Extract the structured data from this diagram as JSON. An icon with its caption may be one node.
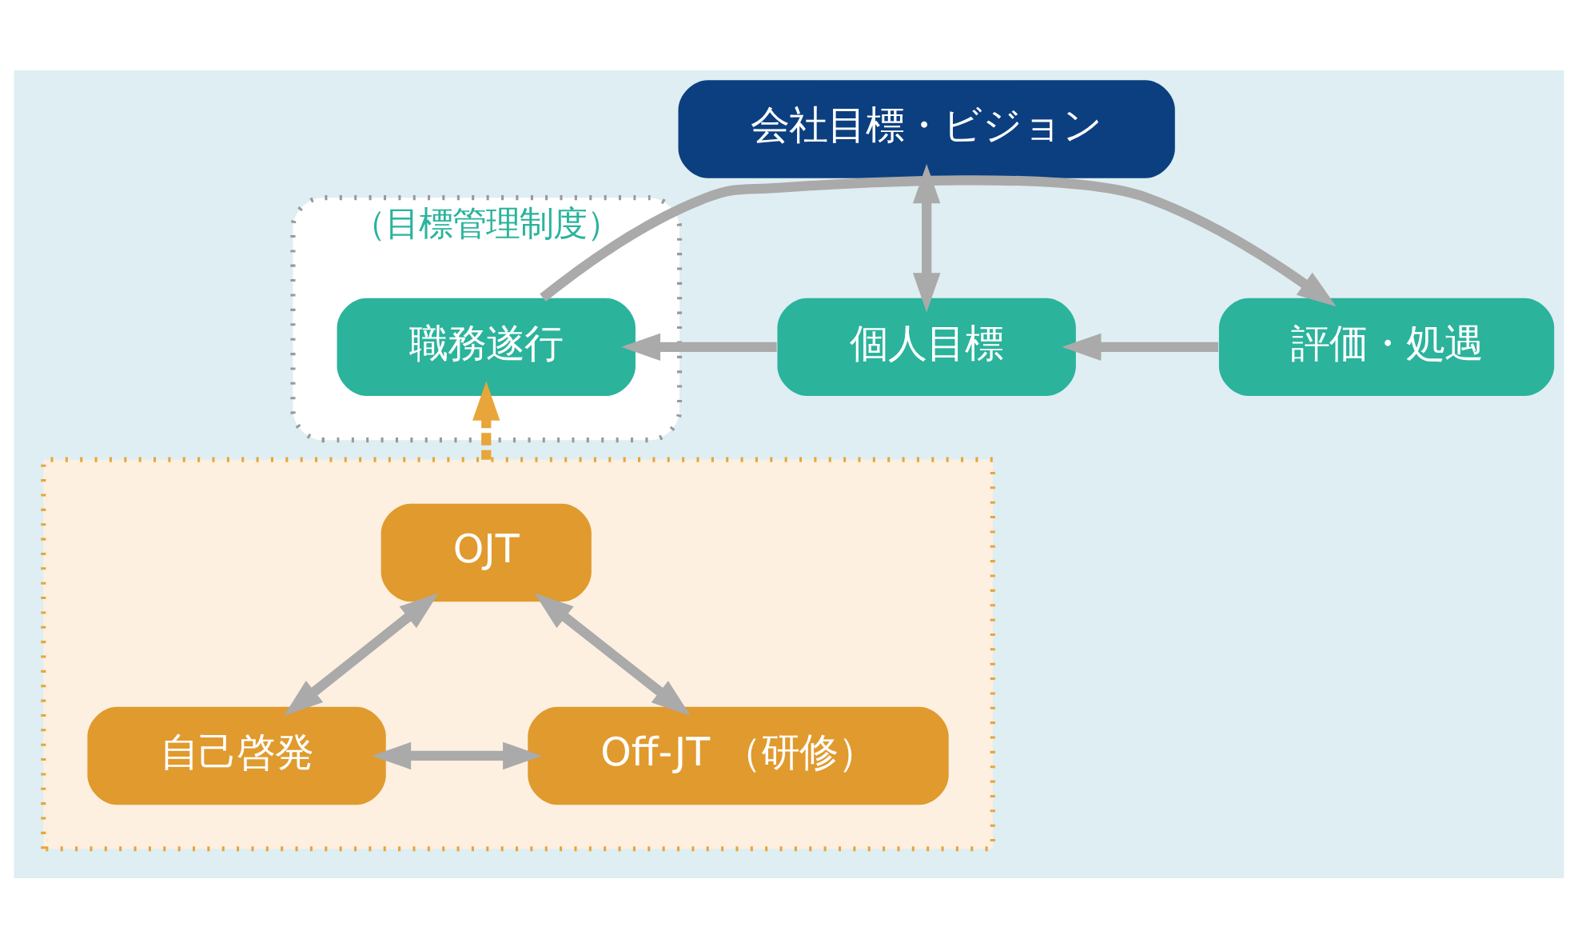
{
  "diagram": {
    "nodes": [
      {
        "text": [
          "会社目標・ビジョン"
        ]
      },
      {
        "text": [
          "（目標管理制度）"
        ]
      },
      {
        "text": [
          "個人目標"
        ]
      },
      {
        "text": [
          "職務遂行"
        ],
        "in": 1
      },
      {
        "text": [
          "評価・処遇"
        ]
      },
      {
        "text": [],
        "shape": "box"
      },
      {
        "text": [
          "OJT"
        ],
        "in": 5
      },
      {
        "text": [
          "自己啓発"
        ],
        "in": 5
      },
      {
        "text": [
          "Off-JT （研修）"
        ],
        "in": 5
      }
    ],
    "edges": [
      {
        "from": 2,
        "to": 0,
        "arrow": "both"
      },
      {
        "from": 2,
        "to": 3,
        "arrow": "to"
      },
      {
        "from": 3,
        "to": 4,
        "arrow": "to"
      },
      {
        "from": 4,
        "to": 2,
        "arrow": "to"
      },
      {
        "from": 5,
        "to": 3,
        "arrow": "to",
        "style": "dashed",
        "color": "#e8a53a"
      },
      {
        "from": 6,
        "to": 7,
        "arrow": "both"
      },
      {
        "from": 6,
        "to": 8,
        "arrow": "both"
      },
      {
        "from": 7,
        "to": 8,
        "arrow": "both"
      }
    ]
  }
}
